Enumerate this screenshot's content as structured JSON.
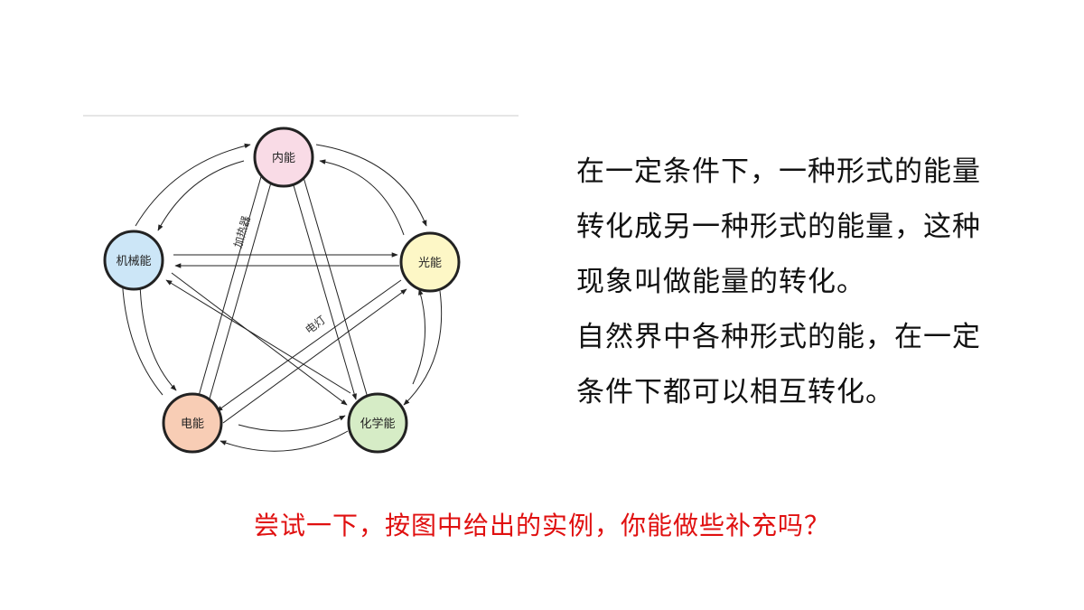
{
  "diagram": {
    "nodes": {
      "internal": {
        "label": "内能",
        "color": "#f9dbe6"
      },
      "light": {
        "label": "光能",
        "color": "#fdf7c6"
      },
      "chemical": {
        "label": "化学能",
        "color": "#d6ecc6"
      },
      "electric": {
        "label": "电能",
        "color": "#f8cdb5"
      },
      "mechanical": {
        "label": "机械能",
        "color": "#cce6f7"
      }
    },
    "edge_labels": {
      "heater": "加热器",
      "lamp": "电灯"
    }
  },
  "text": {
    "line1": "在一定条件下，一种形式的能量",
    "line2": "转化成另一种形式的能量，这种",
    "line3": "现象叫做能量的转化。",
    "line4": "自然界中各种形式的能，在一定",
    "line5": "条件下都可以相互转化。"
  },
  "question": "尝试一下，按图中给出的实例，你能做些补充吗？",
  "colors": {
    "question": "#e01010",
    "stroke": "#222222"
  }
}
